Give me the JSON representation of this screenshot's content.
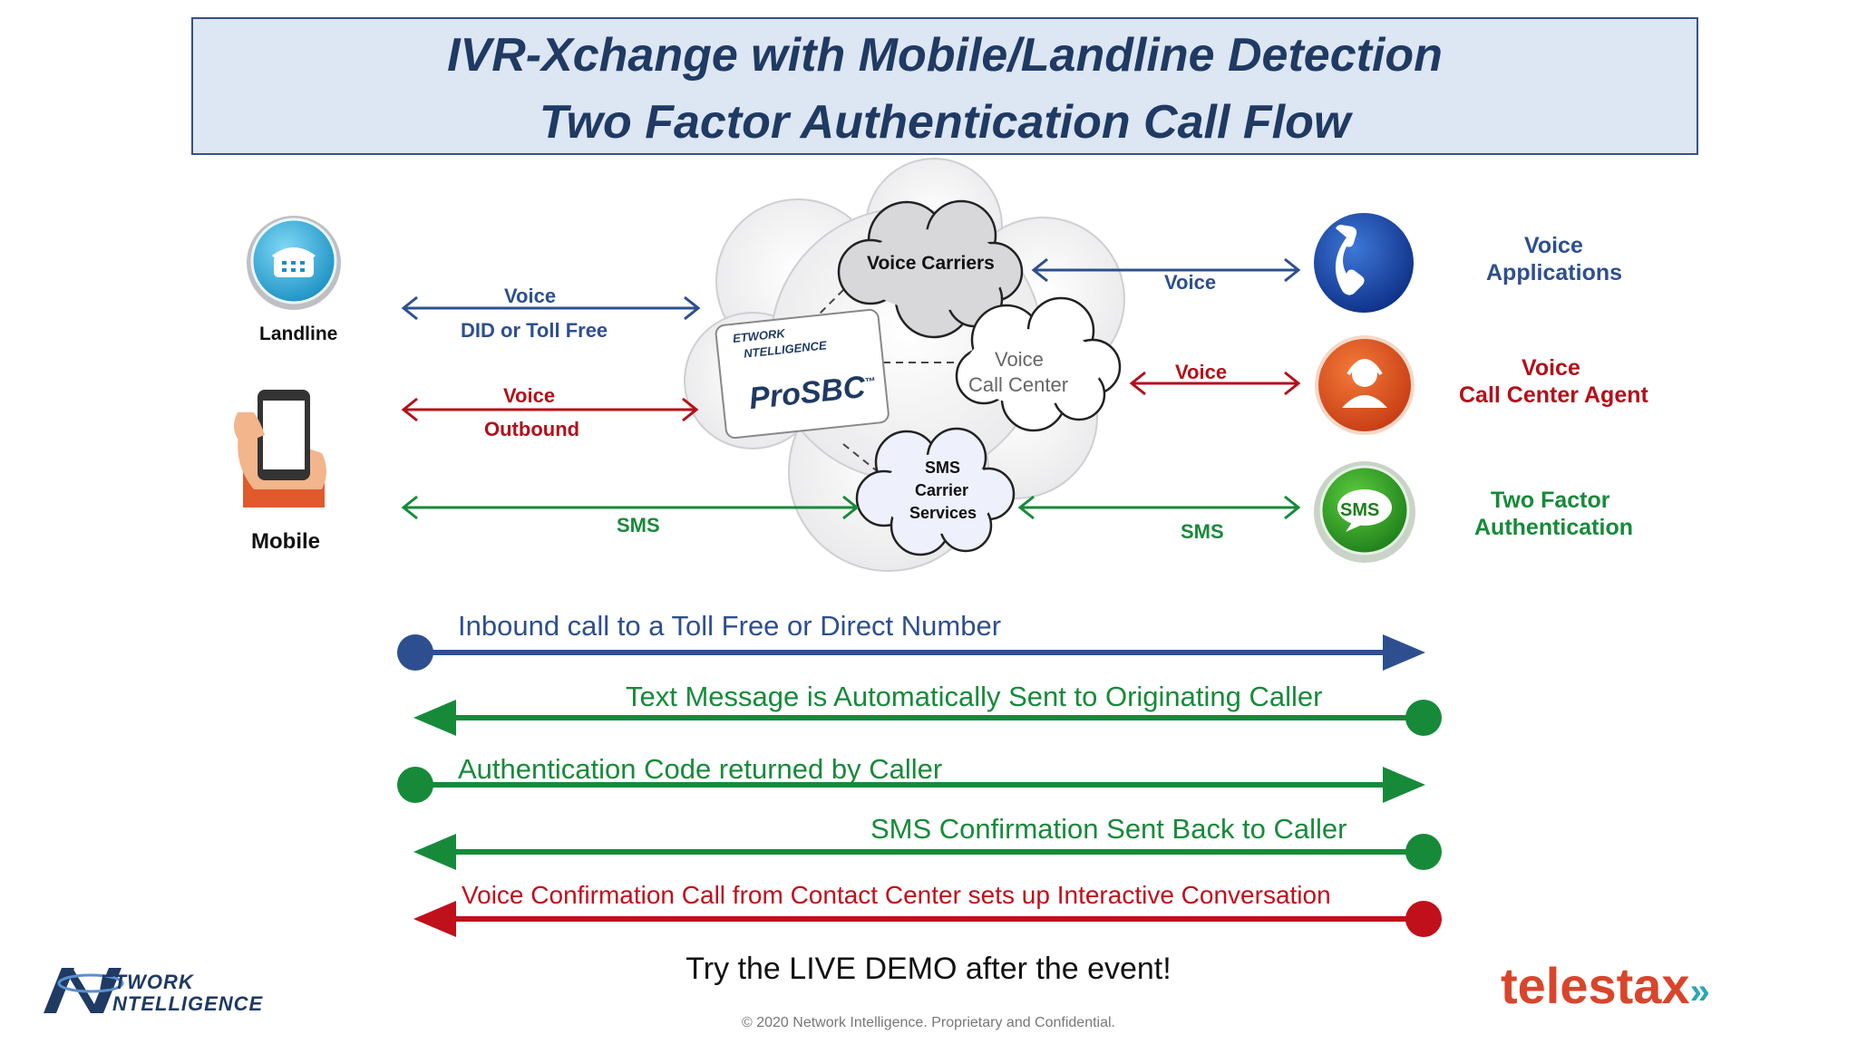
{
  "title": {
    "line1": "IVR-Xchange with Mobile/Landline Detection",
    "line2": "Two Factor Authentication Call Flow"
  },
  "left": {
    "landline_label": "Landline",
    "mobile_label": "Mobile"
  },
  "left_links": {
    "voice_did_top": "Voice",
    "voice_did_bottom": "DID or Toll Free",
    "voice_out_top": "Voice",
    "voice_out_bottom": "Outbound",
    "sms": "SMS"
  },
  "cloud": {
    "voice_carriers": "Voice Carriers",
    "call_center_l1": "Voice",
    "call_center_l2": "Call Center",
    "sms_l1": "SMS",
    "sms_l2": "Carrier",
    "sms_l3": "Services",
    "prosbc_brand_l1": "ETWORK",
    "prosbc_brand_l2": "NTELLIGENCE",
    "prosbc_product": "ProSBC",
    "prosbc_tm": "™"
  },
  "right_links": {
    "voice_apps": "Voice",
    "voice_agent": "Voice",
    "sms": "SMS"
  },
  "right": {
    "voice_apps_l1": "Voice",
    "voice_apps_l2": "Applications",
    "agent_l1": "Voice",
    "agent_l2": "Call Center Agent",
    "twofa_l1": "Two Factor",
    "twofa_l2": "Authentication",
    "sms_icon_text": "SMS"
  },
  "flow": [
    {
      "text": "Inbound call to a Toll Free or Direct Number",
      "color": "#2e4f8f",
      "direction": "right"
    },
    {
      "text": "Text Message is Automatically Sent to Originating Caller",
      "color": "#178a3a",
      "direction": "left"
    },
    {
      "text": "Authentication Code returned by Caller",
      "color": "#178a3a",
      "direction": "right"
    },
    {
      "text": "SMS Confirmation Sent Back to Caller",
      "color": "#178a3a",
      "direction": "left"
    },
    {
      "text": "Voice Confirmation Call from Contact Center sets up Interactive Conversation",
      "color": "#c0101b",
      "direction": "left"
    }
  ],
  "footer": {
    "demo": "Try the LIVE DEMO after the event!",
    "copyright": "© 2020 Network Intelligence. Proprietary and Confidential.",
    "telestax": "telestax",
    "ni_logo_l1": "ETWORK",
    "ni_logo_l2": "NTELLIGENCE"
  },
  "colors": {
    "blue": "#2e4f8f",
    "red": "#c0101b",
    "green": "#178a3a"
  }
}
